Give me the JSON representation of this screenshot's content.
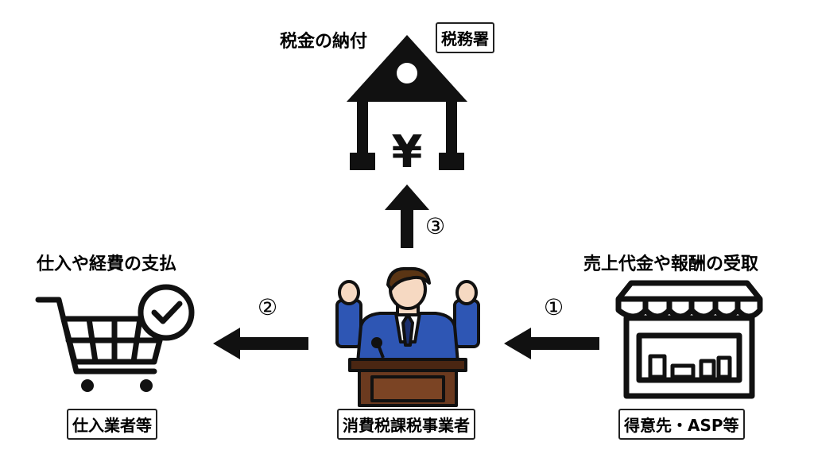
{
  "tax_office": {
    "payment_caption": "税金の納付",
    "label": "税務署",
    "yen_symbol": "¥",
    "icon": "bank-icon"
  },
  "purchases": {
    "caption": "仕入や経費の支払",
    "label": "仕入業者等",
    "icon": "shopping-cart-check-icon"
  },
  "taxpayer": {
    "label": "消費税課税事業者",
    "icon": "businessman-podium-icon"
  },
  "sales": {
    "caption": "売上代金や報酬の受取",
    "label": "得意先・ASP等",
    "icon": "storefront-icon"
  },
  "steps": {
    "one": "①",
    "two": "②",
    "three": "③"
  },
  "colors": {
    "suit": "#2e56b4",
    "skin": "#f6d9c2",
    "hair": "#5a3514",
    "podium": "#6b3a1f",
    "podium_top": "#4a2612",
    "tie": "#1b2f6e",
    "icon_stroke": "#111111"
  }
}
